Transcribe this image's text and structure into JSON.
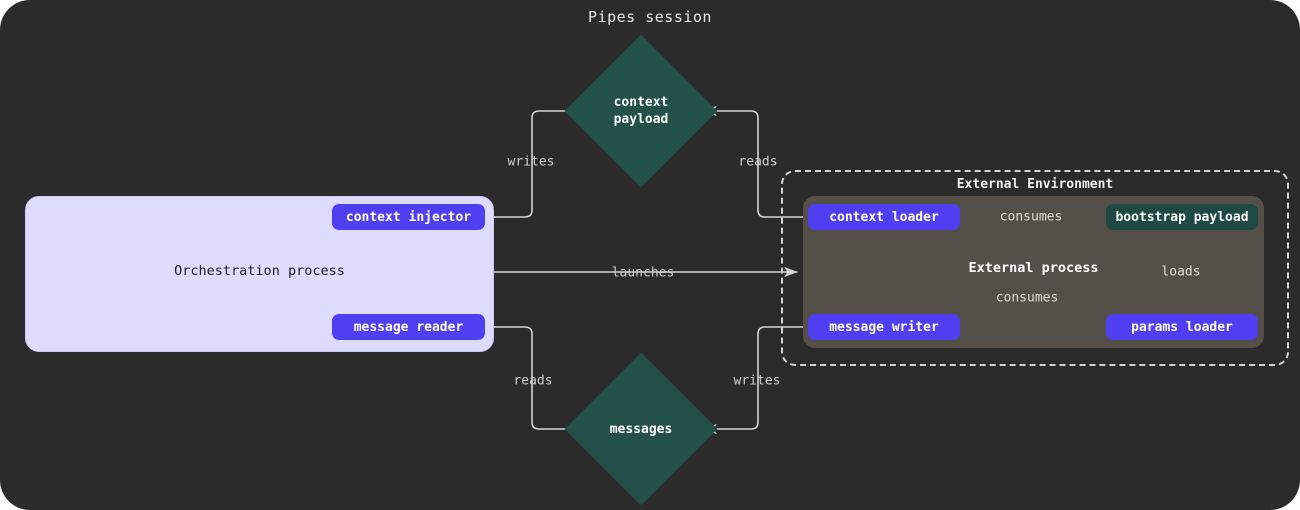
{
  "title": "Pipes session",
  "colors": {
    "background": "#2b2b2b",
    "light_cluster": "#dedcfe",
    "gray_cluster": "#544f48",
    "purple_node": "#4f3ff0",
    "green_node": "#1f4a43",
    "diamond": "#235048",
    "edge": "#d4d4d4",
    "text_light": "#e8e8e8"
  },
  "clusters": {
    "orchestration": {
      "label": "Orchestration process"
    },
    "external_environment": {
      "label": "External Environment"
    },
    "external_process": {
      "label": "External process"
    }
  },
  "nodes": {
    "context_injector": {
      "label": "context injector"
    },
    "message_reader": {
      "label": "message reader"
    },
    "context_loader": {
      "label": "context loader"
    },
    "message_writer": {
      "label": "message writer"
    },
    "params_loader": {
      "label": "params loader"
    },
    "bootstrap_payload": {
      "label": "bootstrap payload"
    },
    "context_payload": {
      "label_line1": "context",
      "label_line2": "payload"
    },
    "messages": {
      "label": "messages"
    }
  },
  "edges": [
    {
      "id": "writes-context",
      "label": "writes",
      "from": "context injector",
      "to": "context payload"
    },
    {
      "id": "reads-context",
      "label": "reads",
      "from": "context loader",
      "to": "context payload"
    },
    {
      "id": "launches",
      "label": "launches",
      "from": "Orchestration process",
      "to": "External process"
    },
    {
      "id": "reads-messages",
      "label": "reads",
      "from": "message reader",
      "to": "messages"
    },
    {
      "id": "writes-messages",
      "label": "writes",
      "from": "message writer",
      "to": "messages"
    },
    {
      "id": "consumes-context",
      "label": "consumes",
      "from": "context loader",
      "to": "bootstrap payload"
    },
    {
      "id": "consumes-writer",
      "label": "consumes",
      "from": "message writer",
      "to": "bootstrap payload"
    },
    {
      "id": "loads",
      "label": "loads",
      "from": "params loader",
      "to": "bootstrap payload"
    }
  ]
}
